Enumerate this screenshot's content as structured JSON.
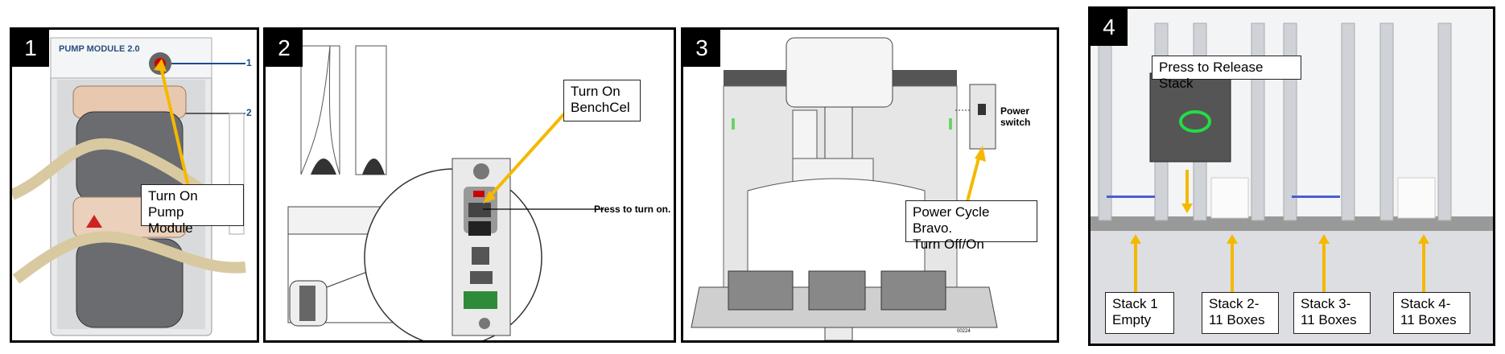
{
  "panels": [
    {
      "number": "1",
      "logo": "PUMP MODULE 2.0",
      "ref1": "1",
      "ref2": "2",
      "callout": "Turn On Pump\nModule"
    },
    {
      "number": "2",
      "callout": "Turn On\nBenchCel",
      "label": "Press to turn on."
    },
    {
      "number": "3",
      "label": "Power switch",
      "callout": "Power Cycle Bravo.\nTurn Off/On",
      "code": "00224"
    },
    {
      "number": "4",
      "release": "Press to Release Stack",
      "stacks": [
        "Stack 1\nEmpty",
        "Stack 2-\n11 Boxes",
        "Stack 3-\n11 Boxes",
        "Stack 4-\n11 Boxes"
      ]
    }
  ],
  "colors": {
    "arrow": "#F5B800",
    "frame": "#000000",
    "ring": "#22DD44"
  }
}
